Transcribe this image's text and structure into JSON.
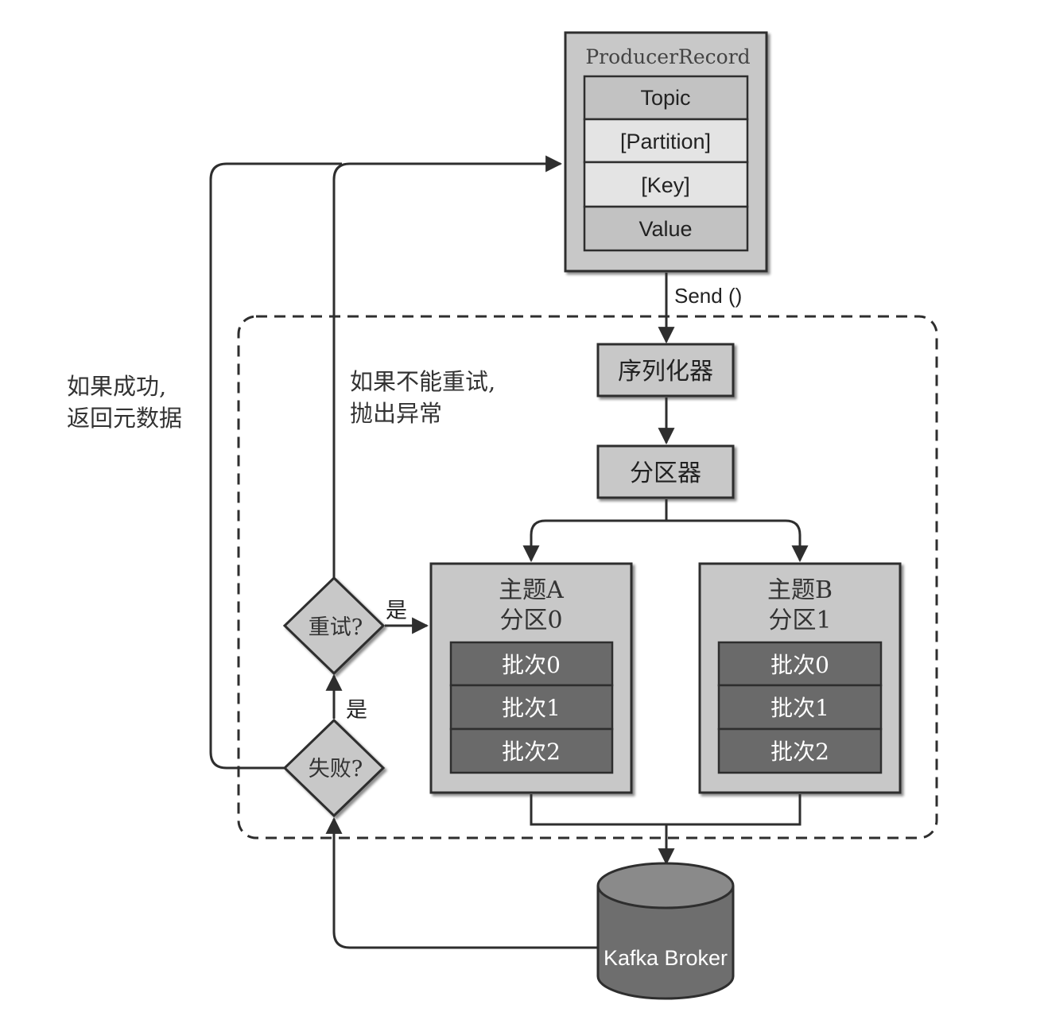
{
  "producer_record": {
    "title": "ProducerRecord",
    "fields": [
      "Topic",
      "[Partition]",
      "[Key]",
      "Value"
    ]
  },
  "send_label": "Send ()",
  "serializer_label": "序列化器",
  "partitioner_label": "分区器",
  "topic_a": {
    "title_line1": "主题A",
    "title_line2": "分区0",
    "batches": [
      "批次0",
      "批次1",
      "批次2"
    ]
  },
  "topic_b": {
    "title_line1": "主题B",
    "title_line2": "分区1",
    "batches": [
      "批次0",
      "批次1",
      "批次2"
    ]
  },
  "retry_label": "重试?",
  "fail_label": "失败?",
  "yes_label_retry": "是",
  "yes_label_fail": "是",
  "success_note": {
    "line1": "如果成功,",
    "line2": "返回元数据"
  },
  "error_note": {
    "line1": "如果不能重试,",
    "line2": "抛出异常"
  },
  "broker_label": "Kafka Broker",
  "colors": {
    "stroke": "#3a3a3a",
    "light_fill": "#c8c8c8",
    "lighter_fill": "#e4e4e4",
    "dark_fill": "#6a6a6a",
    "cylinder_fill": "#6e6e6e"
  }
}
